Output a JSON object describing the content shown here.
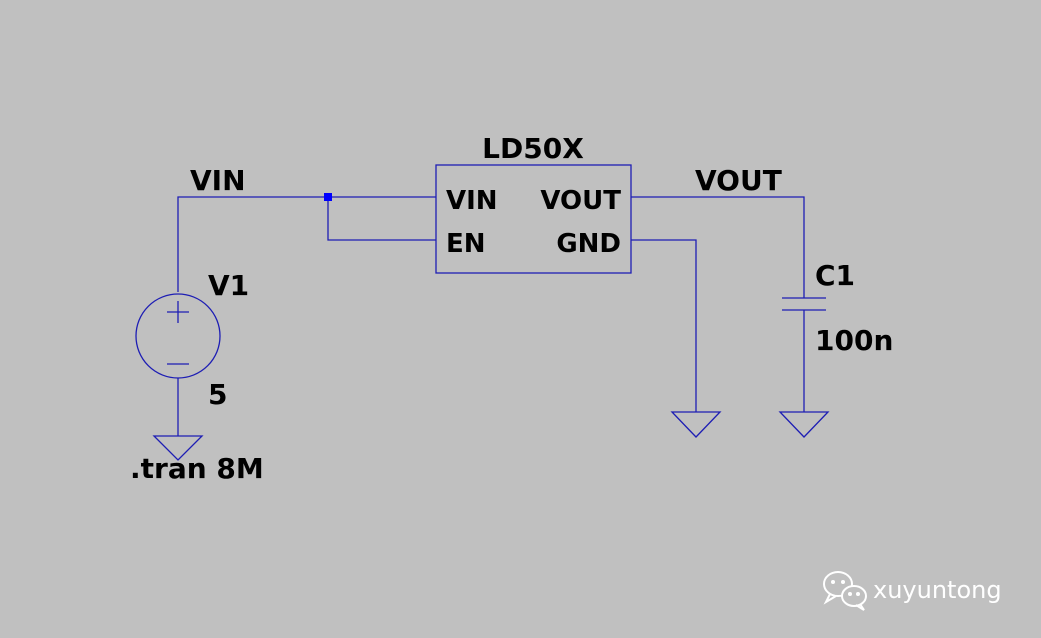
{
  "colors": {
    "background": "#c0c0c0",
    "wire": "#1e1eb4",
    "junction": "#0000ff",
    "text": "#000000"
  },
  "component": {
    "name": "LD50X",
    "pins": {
      "vin": "VIN",
      "vout": "VOUT",
      "en": "EN",
      "gnd": "GND"
    }
  },
  "nets": {
    "input": "VIN",
    "output": "VOUT"
  },
  "source": {
    "name": "V1",
    "value": "5",
    "plus": "+",
    "minus": "−"
  },
  "capacitor": {
    "name": "C1",
    "value": "100n"
  },
  "directive": ".tran 8M",
  "watermark": {
    "text": "xuyuntong",
    "icon": "wechat-icon"
  }
}
